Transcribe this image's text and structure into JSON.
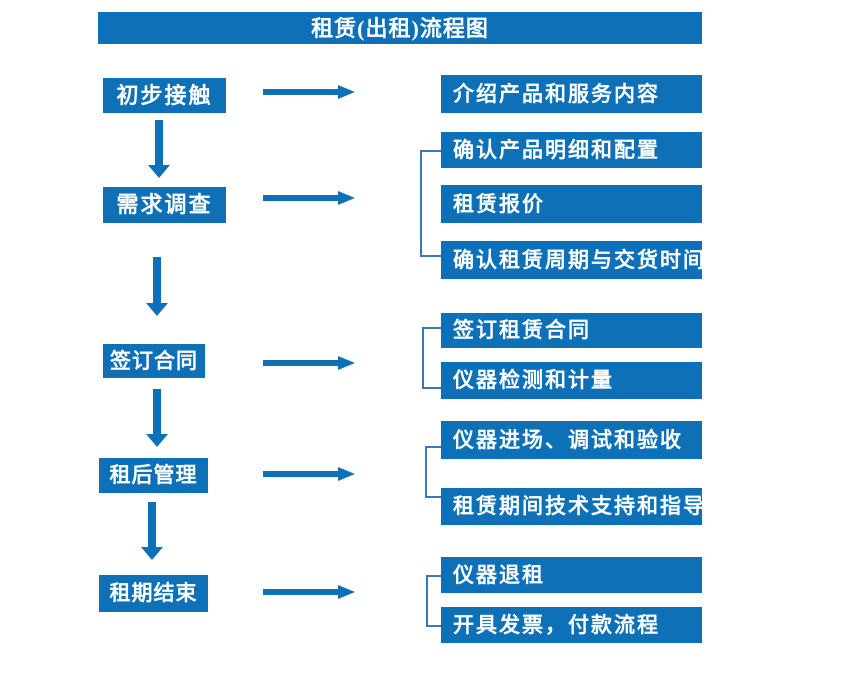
{
  "title": "租赁(出租)流程图",
  "colors": {
    "primary": "#0e71b8",
    "bracket": "#3c76bc",
    "text_on_primary": "#ffffff",
    "background": "#ffffff"
  },
  "stages": [
    {
      "label": "初步接触",
      "details": [
        "介绍产品和服务内容"
      ]
    },
    {
      "label": "需求调查",
      "details": [
        "确认产品明细和配置",
        "租赁报价",
        "确认租赁周期与交货时间"
      ]
    },
    {
      "label": "签订合同",
      "details": [
        "签订租赁合同",
        "仪器检测和计量"
      ]
    },
    {
      "label": "租后管理",
      "details": [
        "仪器进场、调试和验收",
        "租赁期间技术支持和指导"
      ]
    },
    {
      "label": "租期结束",
      "details": [
        "仪器退租",
        "开具发票，付款流程"
      ]
    }
  ]
}
